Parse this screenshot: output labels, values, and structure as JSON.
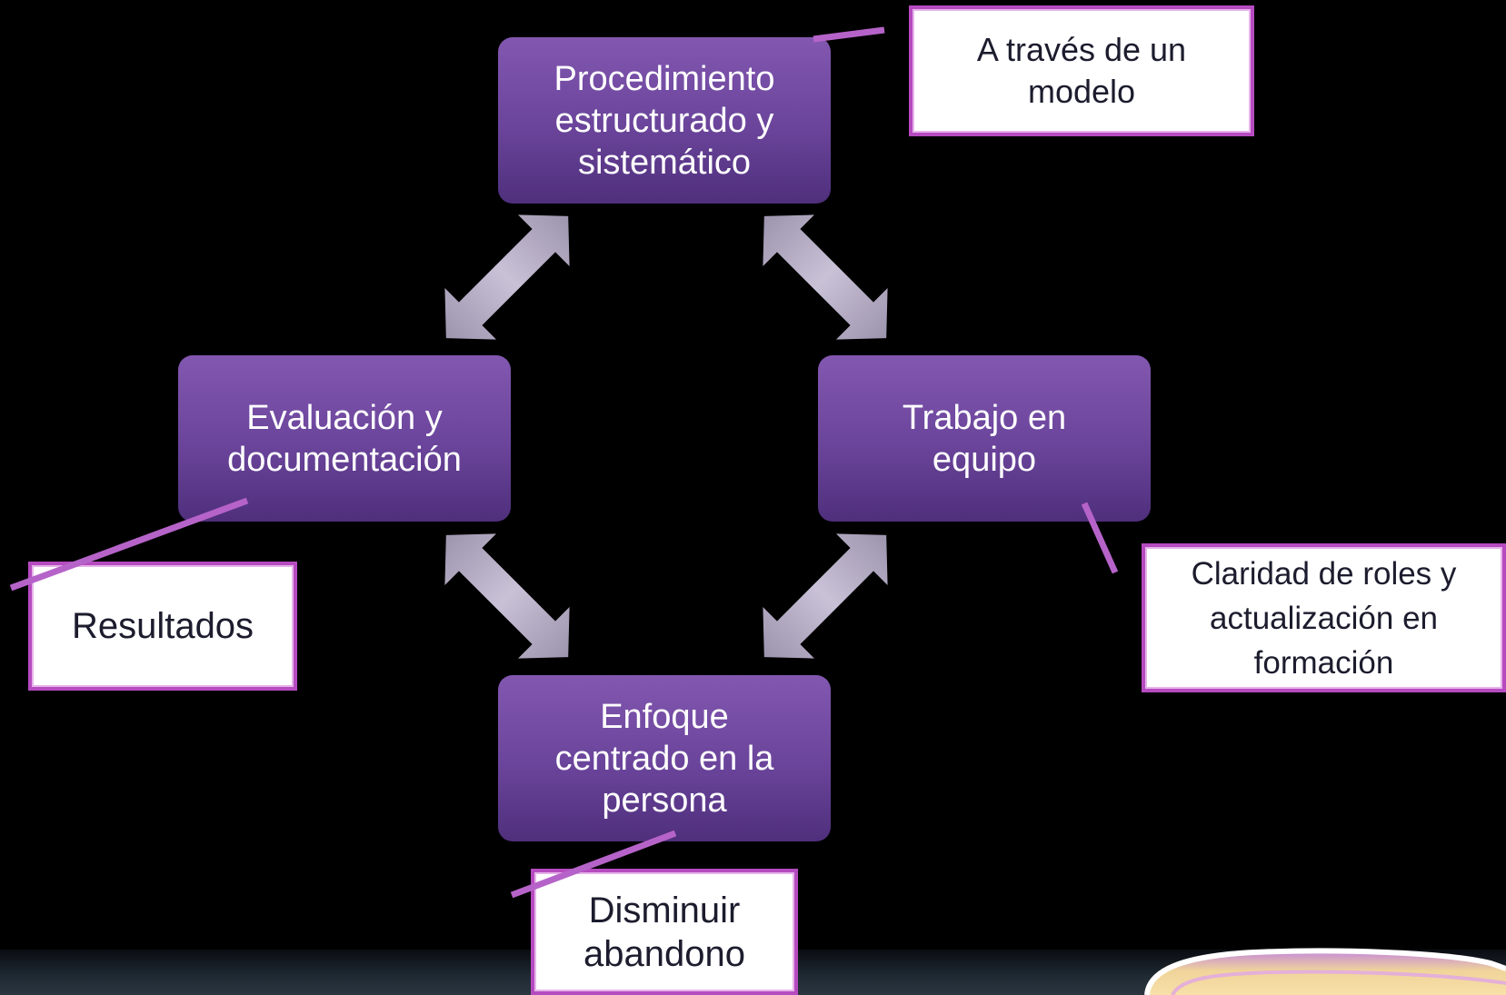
{
  "diagram": {
    "nodes": {
      "top": "Procedimiento\nestructurado y\nsistemático",
      "left": "Evaluación y\ndocumentación",
      "right": "Trabajo en\nequipo",
      "bottom": "Enfoque\ncentrado en la\npersona"
    },
    "callouts": {
      "top_right": "A través de un\nmodelo",
      "left": "Resultados",
      "right": "Claridad de roles y\nactualización en\nformación",
      "bottom": "Disminuir\nabandono"
    }
  },
  "colors": {
    "background": "#000000",
    "node_fill": "#6a449a",
    "callout_border": "#b64bc0",
    "connector": "#b663c9",
    "arrow": "#b7aec8"
  }
}
